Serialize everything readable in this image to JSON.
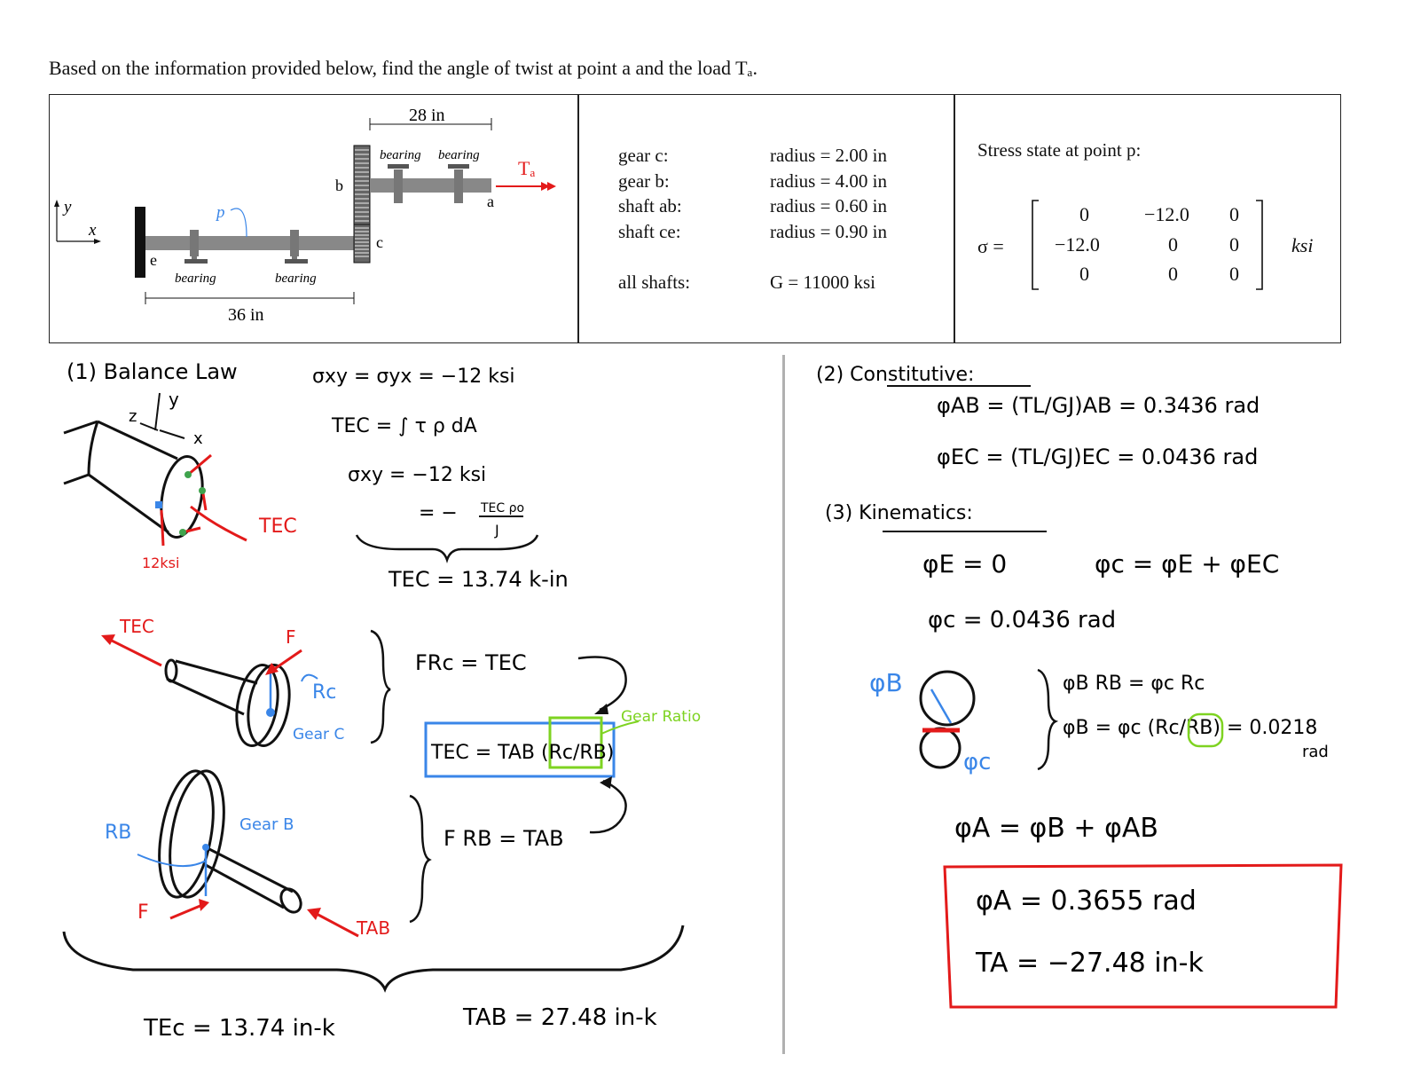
{
  "title": "Based on the information provided below, find the angle of twist at point a and the load Tₐ.",
  "diagram": {
    "dim_top": "28 in",
    "dim_bottom": "36 in",
    "axis_y": "y",
    "axis_x": "x",
    "label_p": "p",
    "label_b": "b",
    "label_c": "c",
    "label_a": "a",
    "label_e": "e",
    "label_Ta": "Tₐ",
    "bearing": "bearing"
  },
  "properties": {
    "rows": [
      {
        "name": "gear c:",
        "value": "radius = 2.00 in"
      },
      {
        "name": "gear b:",
        "value": "radius = 4.00 in"
      },
      {
        "name": "shaft ab:",
        "value": "radius = 0.60 in"
      },
      {
        "name": "shaft ce:",
        "value": "radius = 0.90 in"
      }
    ],
    "all_name": "all shafts:",
    "all_value": "G = 11000 ksi"
  },
  "stress": {
    "heading": "Stress state at point p:",
    "symbol": "σ =",
    "matrix": [
      [
        "0",
        "−12.0",
        "0"
      ],
      [
        "−12.0",
        "0",
        "0"
      ],
      [
        "0",
        "0",
        "0"
      ]
    ],
    "unit": "ksi"
  },
  "work_left": {
    "balance_heading": "(1) Balance Law",
    "eq1": "σxy = σyx = −12 ksi",
    "eq2": "TEC = ∫ τ ρ dA",
    "eq3": "σxy = −12 ksi",
    "eq4a": "= −",
    "eq4b": "TEC ρo",
    "eq4c": "J",
    "tec_result": "TEC = 13.74 k-in",
    "fbd1_y": "y",
    "fbd1_z": "z",
    "fbd1_x": "x",
    "fbd1_tec": "TEC",
    "fbd1_12ksi": "12ksi",
    "gear_tec": "TEC",
    "gear_f1": "F",
    "gear_rc": "Rc",
    "gear_c_label": "Gear C",
    "eq_frc": "FRc = TEC",
    "box_eq": "TEC = TAB (Rc/RB)",
    "gear_ratio": "Gear Ratio",
    "eq_frb": "F RB = TAB",
    "rb_label": "RB",
    "gear_b_label": "Gear B",
    "gear_f2": "F",
    "gear_tab": "TAB",
    "bottom_tec": "TEc = 13.74 in-k",
    "bottom_tab": "TAB = 27.48 in-k"
  },
  "work_right": {
    "constitutive_heading": "(2) Constitutive:",
    "phi_ab": "φAB = (TL/GJ)AB = 0.3436 rad",
    "phi_ec": "φEC = (TL/GJ)EC = 0.0436 rad",
    "kinematics_heading": "(3) Kinematics:",
    "phi_e": "φE = 0",
    "phi_c_eq": "φc = φE + φEC",
    "phi_c_val": "φc = 0.0436 rad",
    "phi_b_label": "φB",
    "phi_c_label": "φc",
    "eq_phib1": "φB RB = φc Rc",
    "eq_phib2": "φB = φc (Rc/RB) = 0.0218",
    "rad": "rad",
    "phi_a_eq": "φA = φB + φAB",
    "answer_phi": "φA = 0.3655 rad",
    "answer_t": "TA = −27.48 in-k"
  },
  "colors": {
    "ink": "#111111",
    "red": "#e31a1a",
    "blue": "#3a86e8",
    "green": "#7ed321",
    "divider": "#b0b0b0"
  }
}
